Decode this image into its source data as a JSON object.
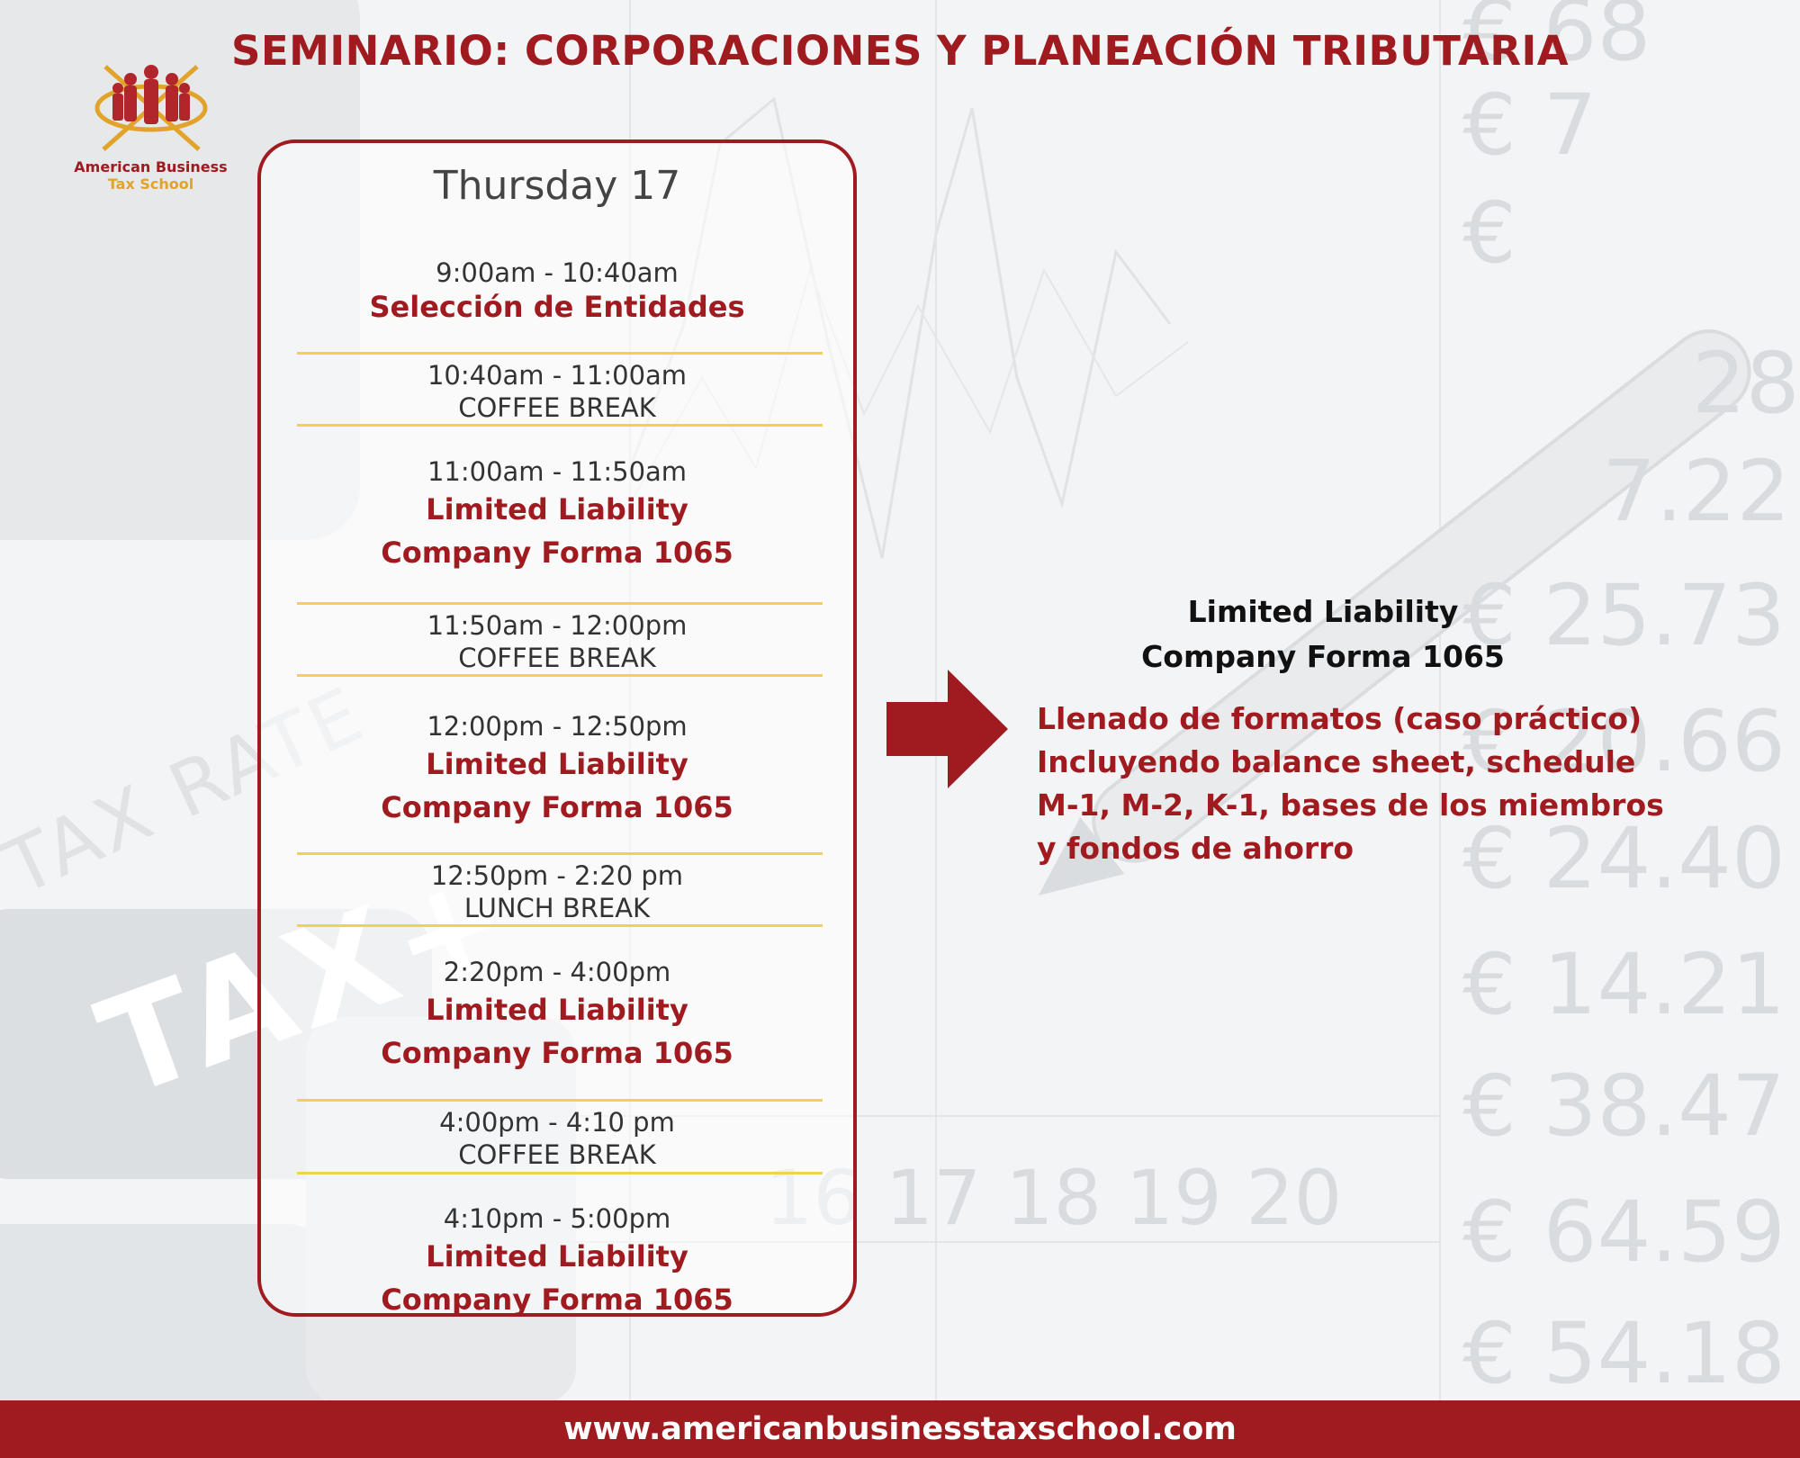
{
  "header": {
    "title": "SEMINARIO: CORPORACIONES Y PLANEACIÓN TRIBUTARIA"
  },
  "logo": {
    "icon": "business-people-orbit-logo",
    "line1": "American Business",
    "line2": "Tax School"
  },
  "schedule": {
    "day": "Thursday 17",
    "slots": [
      {
        "time": "9:00am - 10:40am",
        "title": "Selección de Entidades"
      },
      {
        "time": "10:40am - 11:00am",
        "label": "COFFEE BREAK"
      },
      {
        "time": "11:00am - 11:50am",
        "title_line1": "Limited Liability",
        "title_line2": "Company Forma 1065"
      },
      {
        "time": "11:50am - 12:00pm",
        "label": "COFFEE BREAK"
      },
      {
        "time": "12:00pm - 12:50pm",
        "title_line1": "Limited Liability",
        "title_line2": "Company Forma 1065"
      },
      {
        "time": "12:50pm - 2:20 pm",
        "label": "LUNCH BREAK"
      },
      {
        "time": "2:20pm - 4:00pm",
        "title_line1": "Limited Liability",
        "title_line2": "Company Forma 1065"
      },
      {
        "time": "4:00pm - 4:10 pm",
        "label": "COFFEE BREAK"
      },
      {
        "time": "4:10pm - 5:00pm",
        "title_line1": "Limited Liability",
        "title_line2": "Company Forma 1065"
      }
    ]
  },
  "detail": {
    "heading_line1": "Limited Liability",
    "heading_line2": "Company Forma 1065",
    "body_lines": [
      "Llenado de formatos (caso práctico)",
      "Incluyendo balance sheet, schedule",
      "M-1, M-2, K-1, bases de los miembros",
      "y fondos de ahorro"
    ]
  },
  "background": {
    "numbers": [
      "€ 68",
      "€ 7",
      "€",
      "28",
      "7.22",
      "€ 25.73",
      "€ 20.66",
      "€ 24.40",
      "€ 14.21",
      "€ 38.47",
      "€ 64.59",
      "€ 54.18"
    ],
    "days": "16 17 18 19 20",
    "tax_rate": "TAX RATE",
    "tax_plus": "TAX+"
  },
  "footer": {
    "url": "www.americanbusinesstaxschool.com"
  },
  "colors": {
    "brand_red": "#a01b1f",
    "separator_yellow": "#f2d24c",
    "logo_gold": "#e2a32a"
  }
}
